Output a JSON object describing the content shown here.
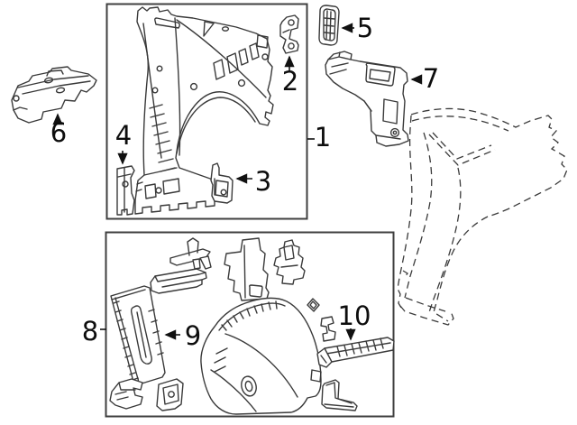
{
  "diagram": {
    "kind": "exploded-parts-line-diagram",
    "colors": {
      "background": "#ffffff",
      "line": "#3a3a3a",
      "box_border": "#3f3f3f",
      "label_text": "#0d0d0d"
    },
    "boxes": [
      {
        "name": "upper-group-box",
        "callout": "1"
      },
      {
        "name": "lower-group-box",
        "callout": "8"
      }
    ],
    "callouts": [
      {
        "label": "1",
        "points_to": "upper-group-box"
      },
      {
        "label": "2",
        "points_to": "small-z-bracket"
      },
      {
        "label": "3",
        "points_to": "corner-bracket"
      },
      {
        "label": "4",
        "points_to": "filler-strip"
      },
      {
        "label": "5",
        "points_to": "vent-grille"
      },
      {
        "label": "6",
        "points_to": "support-bracket"
      },
      {
        "label": "7",
        "points_to": "pillar-panel"
      },
      {
        "label": "8",
        "points_to": "lower-group-box"
      },
      {
        "label": "9",
        "points_to": "pillar-reinforcement"
      },
      {
        "label": "10",
        "points_to": "sill-rail"
      }
    ]
  }
}
